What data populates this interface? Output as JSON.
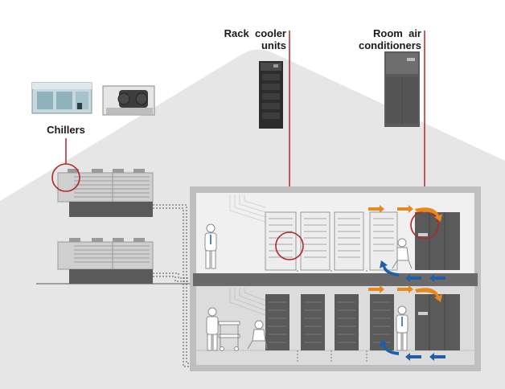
{
  "labels": {
    "chillers": "Chillers",
    "rack_cooler_line1": "Rack  cooler",
    "rack_cooler_line2": "units",
    "room_air_line1": "Room  air",
    "room_air_line2": "conditioners"
  },
  "colors": {
    "background_shape": "#e6e6e6",
    "floor_upper": "#f0f0f0",
    "floor_lower": "#dcdcdc",
    "rack_dark": "#5a5a5a",
    "rack_light": "#e9e9e9",
    "callout_red": "#b0282a",
    "hot_air_arrow": "#e8871e",
    "cold_air_arrow": "#1f5fa8",
    "pipe_line": "#555555"
  },
  "icons": [
    "chiller-unit-photo",
    "rack-cooler-unit-photo",
    "room-air-conditioner-photo",
    "person-figure",
    "cart-figure"
  ]
}
